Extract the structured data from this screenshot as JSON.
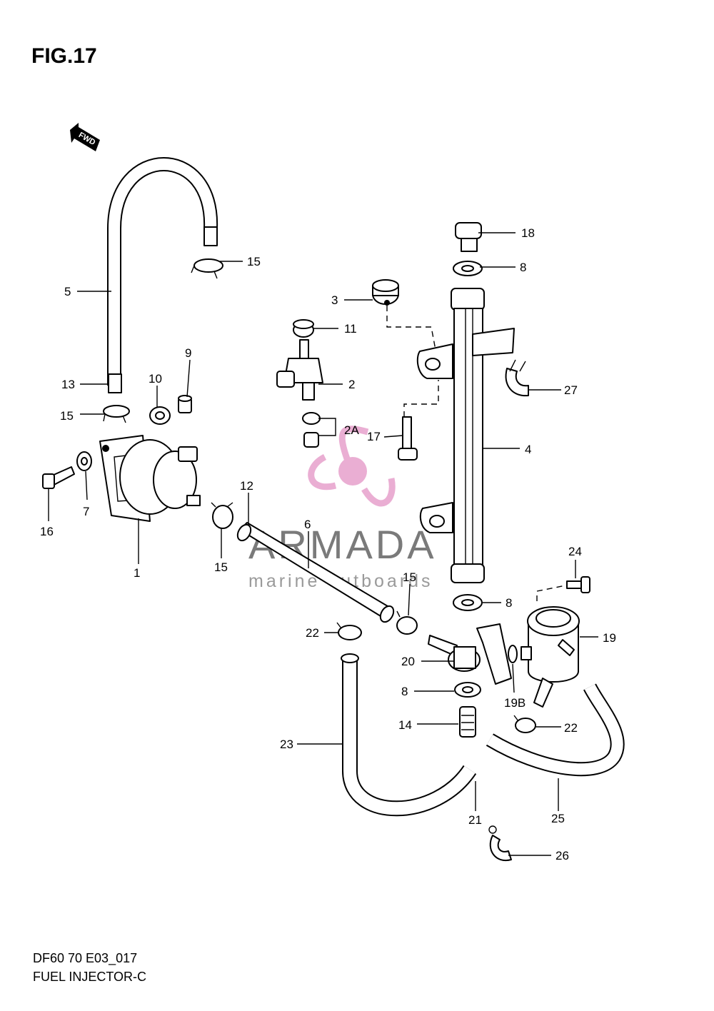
{
  "figure": {
    "title": "FIG.17",
    "fwd_label": "FWD",
    "code": "DF60 70 E03_017",
    "name": "FUEL INJECTOR-C"
  },
  "watermark": {
    "brand": "ARMADA",
    "tagline": "marine outboards",
    "accent_color": "#e8a6cf"
  },
  "callouts": [
    {
      "id": "c18",
      "text": "18"
    },
    {
      "id": "c8a",
      "text": "8"
    },
    {
      "id": "c15a",
      "text": "15"
    },
    {
      "id": "c5",
      "text": "5"
    },
    {
      "id": "c3",
      "text": "3"
    },
    {
      "id": "c11",
      "text": "11"
    },
    {
      "id": "c9",
      "text": "9"
    },
    {
      "id": "c10",
      "text": "10"
    },
    {
      "id": "c2",
      "text": "2"
    },
    {
      "id": "c13",
      "text": "13"
    },
    {
      "id": "c27",
      "text": "27"
    },
    {
      "id": "c15b",
      "text": "15"
    },
    {
      "id": "c2A",
      "text": "2A"
    },
    {
      "id": "c17",
      "text": "17"
    },
    {
      "id": "c4",
      "text": "4"
    },
    {
      "id": "c16",
      "text": "16"
    },
    {
      "id": "c7",
      "text": "7"
    },
    {
      "id": "c12",
      "text": "12"
    },
    {
      "id": "c6",
      "text": "6"
    },
    {
      "id": "c24",
      "text": "24"
    },
    {
      "id": "c1",
      "text": "1"
    },
    {
      "id": "c15c",
      "text": "15"
    },
    {
      "id": "c15d",
      "text": "15"
    },
    {
      "id": "c8b",
      "text": "8"
    },
    {
      "id": "c22a",
      "text": "22"
    },
    {
      "id": "c19",
      "text": "19"
    },
    {
      "id": "c20",
      "text": "20"
    },
    {
      "id": "c8c",
      "text": "8"
    },
    {
      "id": "c19B",
      "text": "19B"
    },
    {
      "id": "c14",
      "text": "14"
    },
    {
      "id": "c22b",
      "text": "22"
    },
    {
      "id": "c23",
      "text": "23"
    },
    {
      "id": "c21",
      "text": "21"
    },
    {
      "id": "c25",
      "text": "25"
    },
    {
      "id": "c26",
      "text": "26"
    }
  ]
}
